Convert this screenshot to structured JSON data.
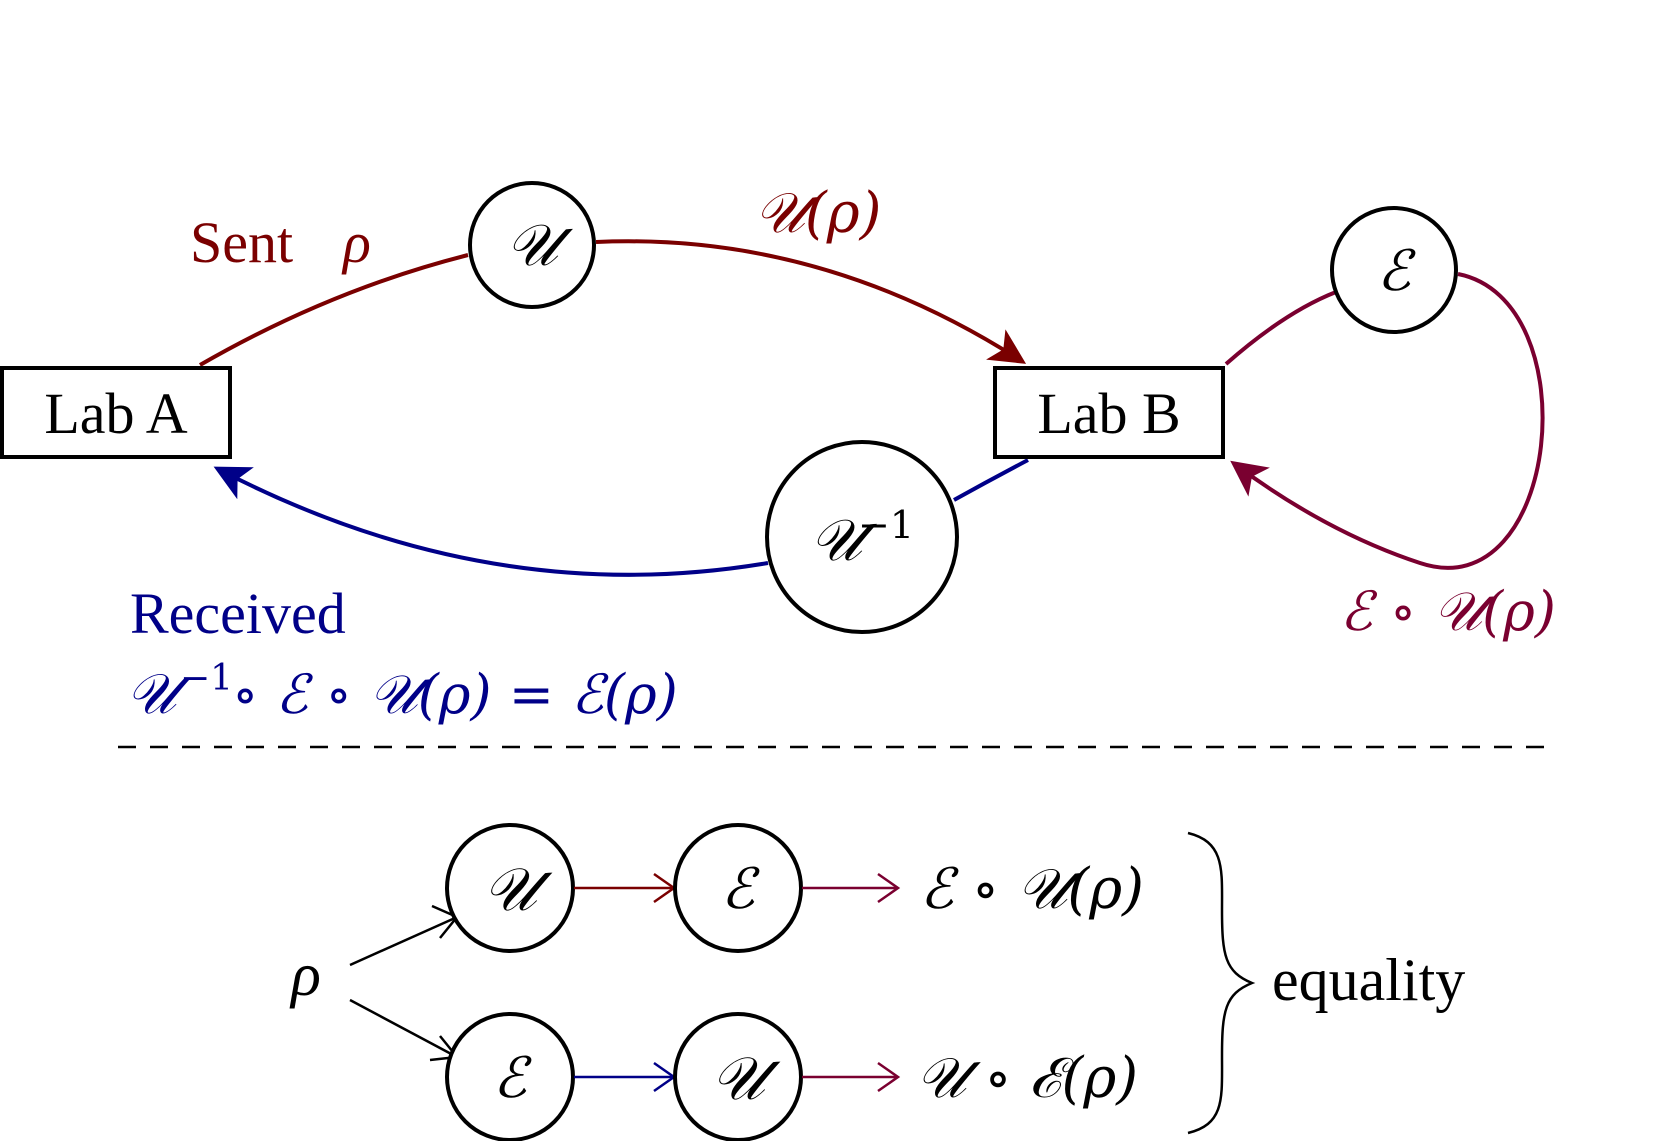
{
  "colors": {
    "red": "#7a0000",
    "blue": "#000088",
    "purple": "#7a0030",
    "black": "#000000"
  },
  "top": {
    "lab_a": "Lab A",
    "lab_b": "Lab B",
    "node_u": "𝒰",
    "node_e": "ℰ",
    "node_uinv_base": "𝒰",
    "node_uinv_sup": "−1",
    "label_sent_text": "Sent ",
    "label_sent_rho": "ρ",
    "label_u_rho": "𝒰(ρ)",
    "label_e_u_rho": "ℰ ∘ 𝒰(ρ)",
    "label_received": "Received",
    "label_received_eq_u": "𝒰",
    "label_received_eq_sup": "−1",
    "label_received_eq_rest": " ∘ ℰ ∘ 𝒰(ρ) = ℰ(ρ)"
  },
  "bottom": {
    "rho": "ρ",
    "row1_node1": "𝒰",
    "row1_node2": "ℰ",
    "row1_result": "ℰ ∘ 𝒰(ρ)",
    "row2_node1": "ℰ",
    "row2_node2": "𝒰",
    "row2_result": "𝒰 ∘ ℰ(ρ)",
    "brace_label": "equality"
  }
}
